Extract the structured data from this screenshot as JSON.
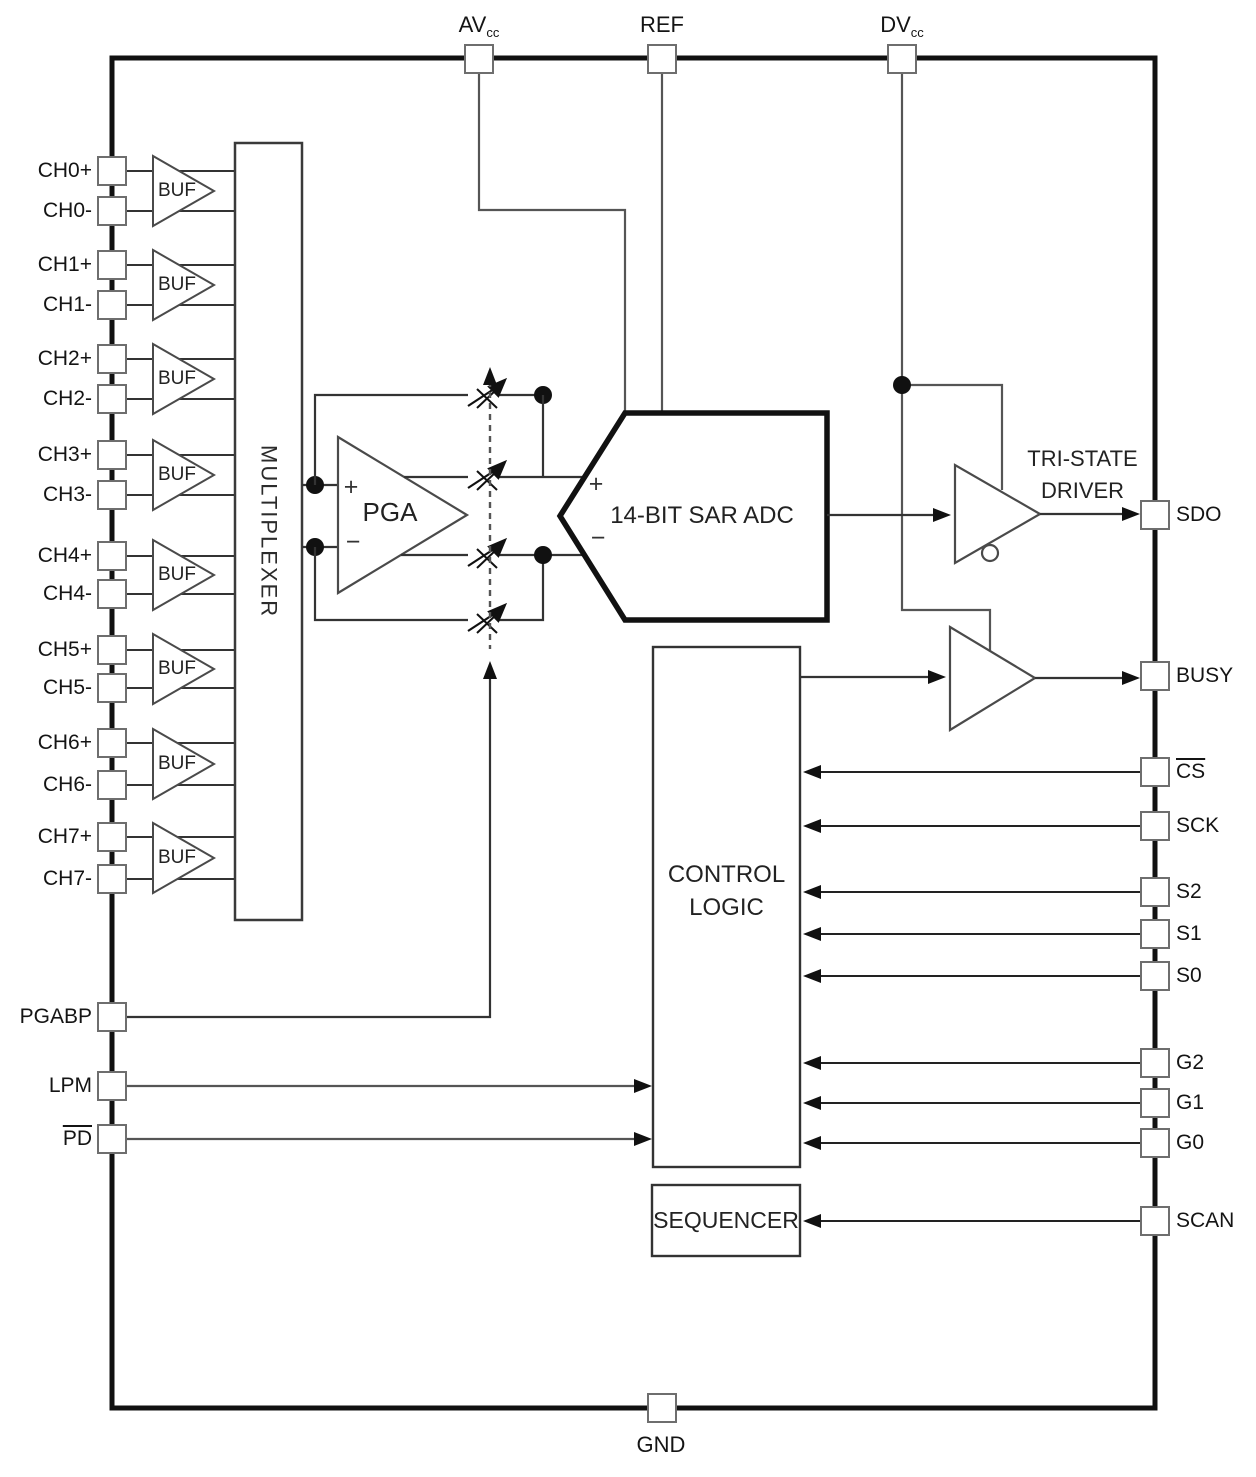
{
  "pins": {
    "top": [
      {
        "main": "AV",
        "sub": "cc"
      },
      {
        "main": "REF",
        "sub": ""
      },
      {
        "main": "DV",
        "sub": "cc"
      }
    ],
    "bottom": [
      {
        "label": "GND"
      }
    ],
    "left": [
      {
        "label": "CH0+"
      },
      {
        "label": "CH0-"
      },
      {
        "label": "CH1+"
      },
      {
        "label": "CH1-"
      },
      {
        "label": "CH2+"
      },
      {
        "label": "CH2-"
      },
      {
        "label": "CH3+"
      },
      {
        "label": "CH3-"
      },
      {
        "label": "CH4+"
      },
      {
        "label": "CH4-"
      },
      {
        "label": "CH5+"
      },
      {
        "label": "CH5-"
      },
      {
        "label": "CH6+"
      },
      {
        "label": "CH6-"
      },
      {
        "label": "CH7+"
      },
      {
        "label": "CH7-"
      },
      {
        "label": "PGABP"
      },
      {
        "label": "LPM"
      },
      {
        "label": "PD"
      }
    ],
    "right": [
      {
        "label": "SDO"
      },
      {
        "label": "BUSY"
      },
      {
        "label": "CS"
      },
      {
        "label": "SCK"
      },
      {
        "label": "S2"
      },
      {
        "label": "S1"
      },
      {
        "label": "S0"
      },
      {
        "label": "G2"
      },
      {
        "label": "G1"
      },
      {
        "label": "G0"
      },
      {
        "label": "SCAN"
      }
    ]
  },
  "blocks": {
    "buf": "BUF",
    "mux": "MULTIPLEXER",
    "pga": "PGA",
    "adc": "14-BIT SAR ADC",
    "tristate_line1": "TRI-STATE",
    "tristate_line2": "DRIVER",
    "control_line1": "CONTROL",
    "control_line2": "LOGIC",
    "sequencer": "SEQUENCER"
  },
  "marks": {
    "plus": "+",
    "minus": "−"
  },
  "colors": {
    "ink": "#1a1a1a",
    "wire": "#2f2f2f",
    "power_wire": "#555555",
    "outline": "#111111"
  }
}
